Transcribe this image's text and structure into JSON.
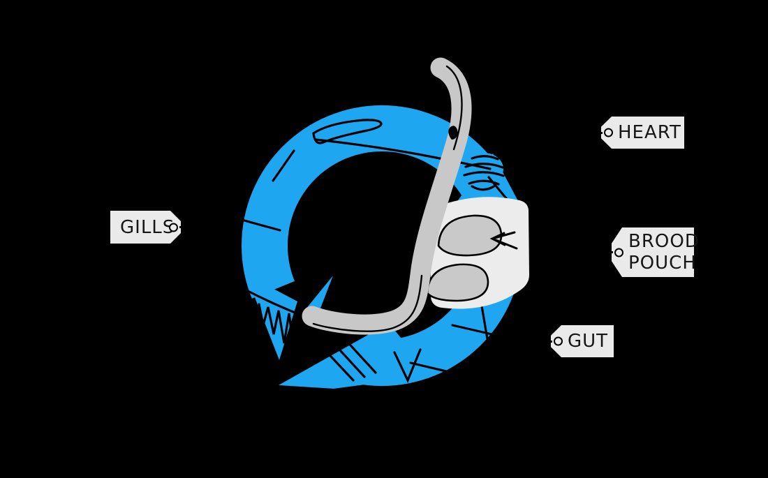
{
  "colors": {
    "background": "#000000",
    "body_blue": "#1FA6F0",
    "organ_gray": "#C8C8C8",
    "pouch_light": "#ECECEC",
    "embryo_gray": "#C9C9C9",
    "tag_fill": "#EAEAEA",
    "label_text": "#161616",
    "outline": "#000000"
  },
  "labels": {
    "gills": {
      "text": "GILLS"
    },
    "heart": {
      "text": "HEART"
    },
    "brood_pouch": {
      "line1": "BROOD",
      "line2": "POUCH"
    },
    "gut": {
      "text": "GUT"
    }
  }
}
